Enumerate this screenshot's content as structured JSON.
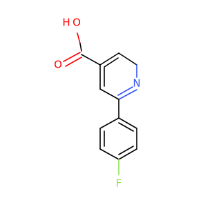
{
  "molecule": {
    "atom_labels": {
      "hydroxyl_o": "O",
      "hydroxyl_h": "H",
      "carbonyl_o": "O",
      "ring_n": "N",
      "fluorine": "F"
    },
    "colors": {
      "oxygen": "#ff0000",
      "nitrogen": "#3050f8",
      "fluorine": "#90e050",
      "bond": "#000000",
      "background": "#ffffff"
    }
  }
}
